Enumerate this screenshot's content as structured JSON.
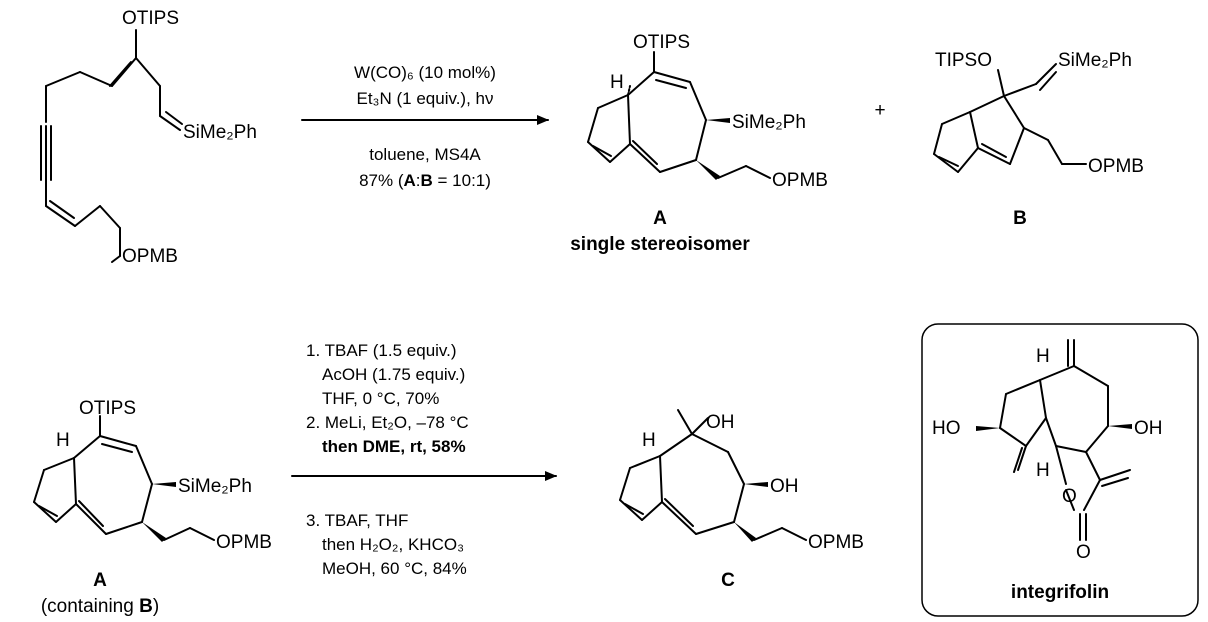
{
  "reaction1": {
    "sm": {
      "otips": "OTIPS",
      "sime2ph": "SiMe₂Ph",
      "opmb": "OPMB"
    },
    "cond_line1": "W(CO)₆ (10 mol%)",
    "cond_line2": "Et₃N (1 equiv.), hν",
    "cond_line3": "toluene, MS4A",
    "cond_line4_pre": "87% (",
    "cond_line4_a": "A",
    "cond_line4_mid": ":",
    "cond_line4_b": "B",
    "cond_line4_post": " = 10:1)",
    "prodA": {
      "h": "H",
      "otips": "OTIPS",
      "sime2ph": "SiMe₂Ph",
      "opmb": "OPMB",
      "label": "A",
      "sublabel": "single stereoisomer"
    },
    "plus": "+",
    "prodB": {
      "tipso": "TIPSO",
      "sime2ph": "SiMe₂Ph",
      "opmb": "OPMB",
      "label": "B"
    }
  },
  "reaction2": {
    "sm": {
      "h": "H",
      "otips": "OTIPS",
      "sime2ph": "SiMe₂Ph",
      "opmb": "OPMB",
      "label": "A",
      "sublabel_pre": "(containing ",
      "sublabel_b": "B",
      "sublabel_post": ")"
    },
    "steps": [
      "1. TBAF (1.5 equiv.)",
      "AcOH (1.75 equiv.)",
      "THF, 0 °C, 70%",
      "2. MeLi, Et₂O, –78 °C",
      "then DME, rt, 58%",
      "3. TBAF, THF",
      "then H₂O₂, KHCO₃",
      "MeOH, 60 °C, 84%"
    ],
    "prodC": {
      "h": "H",
      "oh1": "OH",
      "oh2": "OH",
      "opmb": "OPMB",
      "label": "C"
    }
  },
  "integrifolin": {
    "ho": "HO",
    "oh": "OH",
    "h1": "H",
    "h2": "H",
    "o_ring": "O",
    "o_carbonyl": "O",
    "label": "integrifolin"
  }
}
